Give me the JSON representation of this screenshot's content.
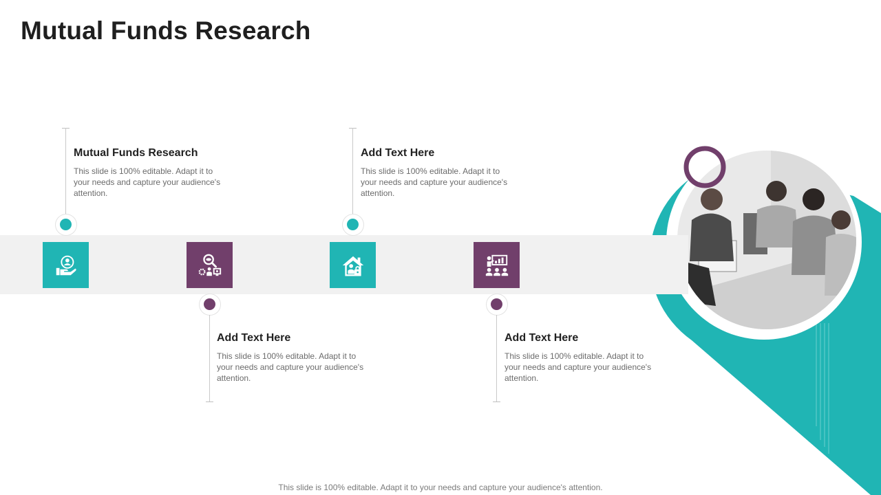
{
  "page": {
    "title": "Mutual Funds Research"
  },
  "steps": [
    {
      "heading": "Mutual Funds Research",
      "body": "This slide is 100% editable. Adapt it to your needs and capture your audience's attention.",
      "icon": "hand-holding-person-icon",
      "color": "#20B5B4"
    },
    {
      "heading": "Add Text Here",
      "body": "This slide is 100% editable. Adapt it to your needs and capture your audience's attention.",
      "icon": "research-magnifier-icon",
      "color": "#713F6B"
    },
    {
      "heading": "Add Text Here",
      "body": "This slide is 100% editable. Adapt it to your needs and capture your audience's attention.",
      "icon": "house-lock-icon",
      "color": "#20B5B4"
    },
    {
      "heading": "Add Text Here",
      "body": "This slide is 100% editable. Adapt it to your needs and capture your audience's attention.",
      "icon": "presentation-audience-icon",
      "color": "#713F6B"
    }
  ],
  "photo": {
    "icon": "team-meeting-photo"
  },
  "footer": {
    "text": "This slide is 100% editable. Adapt it to your needs and capture your audience's attention."
  },
  "colors": {
    "teal": "#20B5B4",
    "purple": "#713F6B",
    "band": "#F1F1F1"
  }
}
